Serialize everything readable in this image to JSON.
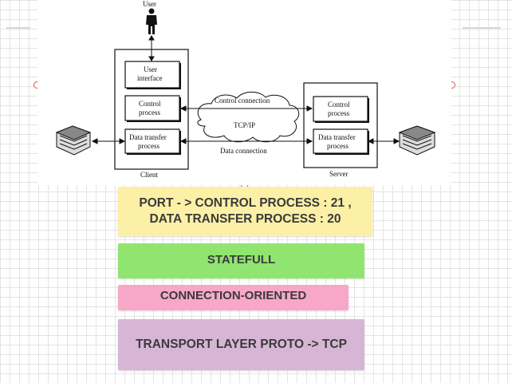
{
  "diagram": {
    "user_label": "User",
    "user_interface_line1": "User",
    "user_interface_line2": "interface",
    "client_control_line1": "Control",
    "client_control_line2": "process",
    "client_transfer_line1": "Data transfer",
    "client_transfer_line2": "process",
    "client_label": "Client",
    "control_connection_label": "Control connection",
    "data_connection_label": "Data connection",
    "cloud_label": "TCP/IP",
    "server_control_line1": "Control",
    "server_control_line2": "process",
    "server_transfer_line1": "Data transfer",
    "server_transfer_line2": "process",
    "server_label": "Server"
  },
  "notes": [
    {
      "line1": "PORT - > CONTROL PROCESS : 21 ,",
      "line2": "DATA TRANSFER PROCESS : 20",
      "color": "#fbf0a6"
    },
    {
      "text": "STATEFULL",
      "color": "#8fe56f"
    },
    {
      "text": "CONNECTION-ORIENTED",
      "color": "#f7a8c8"
    },
    {
      "text": "TRANSPORT LAYER PROTO -> TCP",
      "color": "#d6b6d4"
    }
  ]
}
